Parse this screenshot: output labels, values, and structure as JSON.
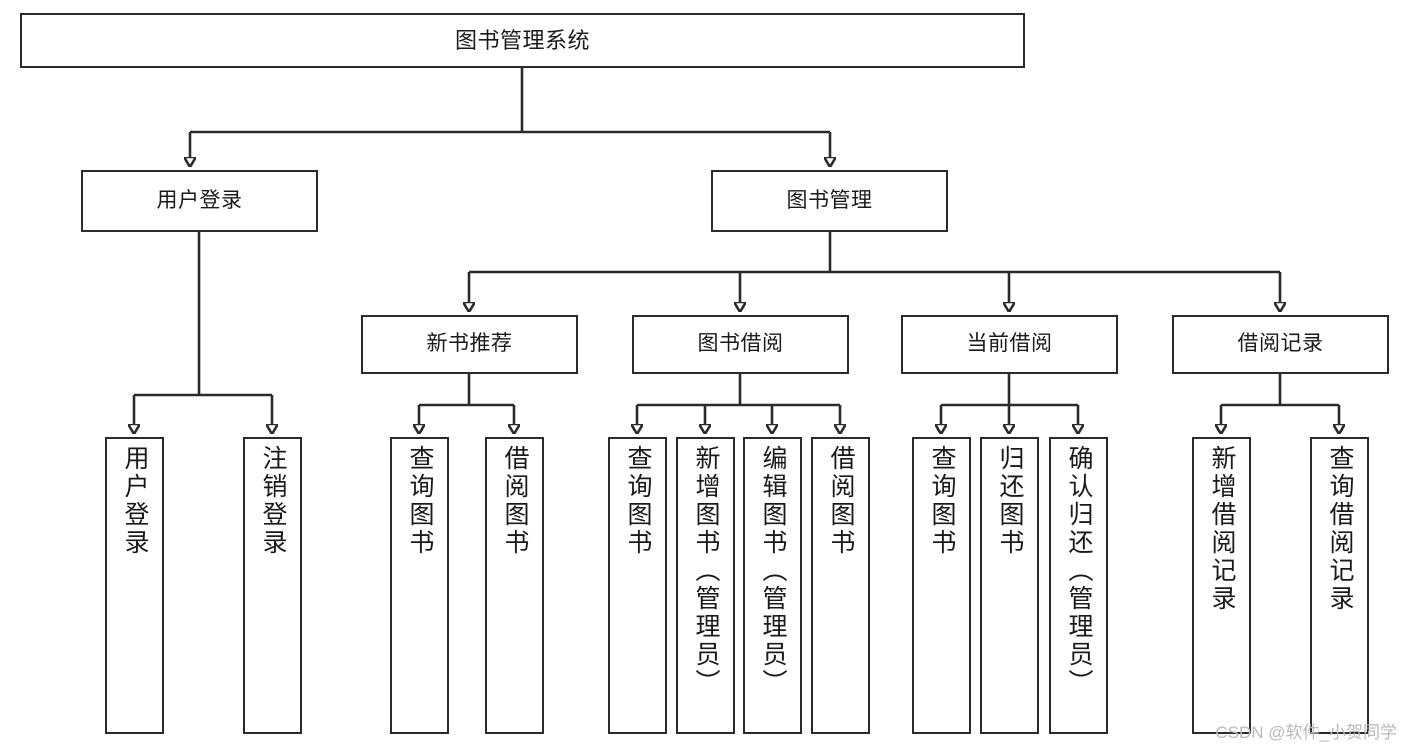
{
  "diagram": {
    "type": "tree",
    "title": "图书管理系统",
    "watermark": "CSDN @软件_小贺同学",
    "root": {
      "label": "图书管理系统"
    },
    "level2": [
      {
        "label": "用户登录"
      },
      {
        "label": "图书管理"
      }
    ],
    "level3": [
      {
        "label": "新书推荐"
      },
      {
        "label": "图书借阅"
      },
      {
        "label": "当前借阅"
      },
      {
        "label": "借阅记录"
      }
    ],
    "leaves": {
      "user_login": [
        {
          "label": "用户登录"
        },
        {
          "label": "注销登录"
        }
      ],
      "new_book_recommend": [
        {
          "label": "查询图书"
        },
        {
          "label": "借阅图书"
        }
      ],
      "book_borrow": [
        {
          "label": "查询图书"
        },
        {
          "label": "新增图书（管理员）"
        },
        {
          "label": "编辑图书（管理员）"
        },
        {
          "label": "借阅图书"
        }
      ],
      "current_borrow": [
        {
          "label": "查询图书"
        },
        {
          "label": "归还图书"
        },
        {
          "label": "确认归还（管理员）"
        }
      ],
      "borrow_record": [
        {
          "label": "新增借阅记录"
        },
        {
          "label": "查询借阅记录"
        }
      ]
    },
    "colors": {
      "stroke": "#2b2b2b",
      "background": "#ffffff",
      "text": "#1a1a1a",
      "watermark": "#b9b9b9"
    }
  }
}
